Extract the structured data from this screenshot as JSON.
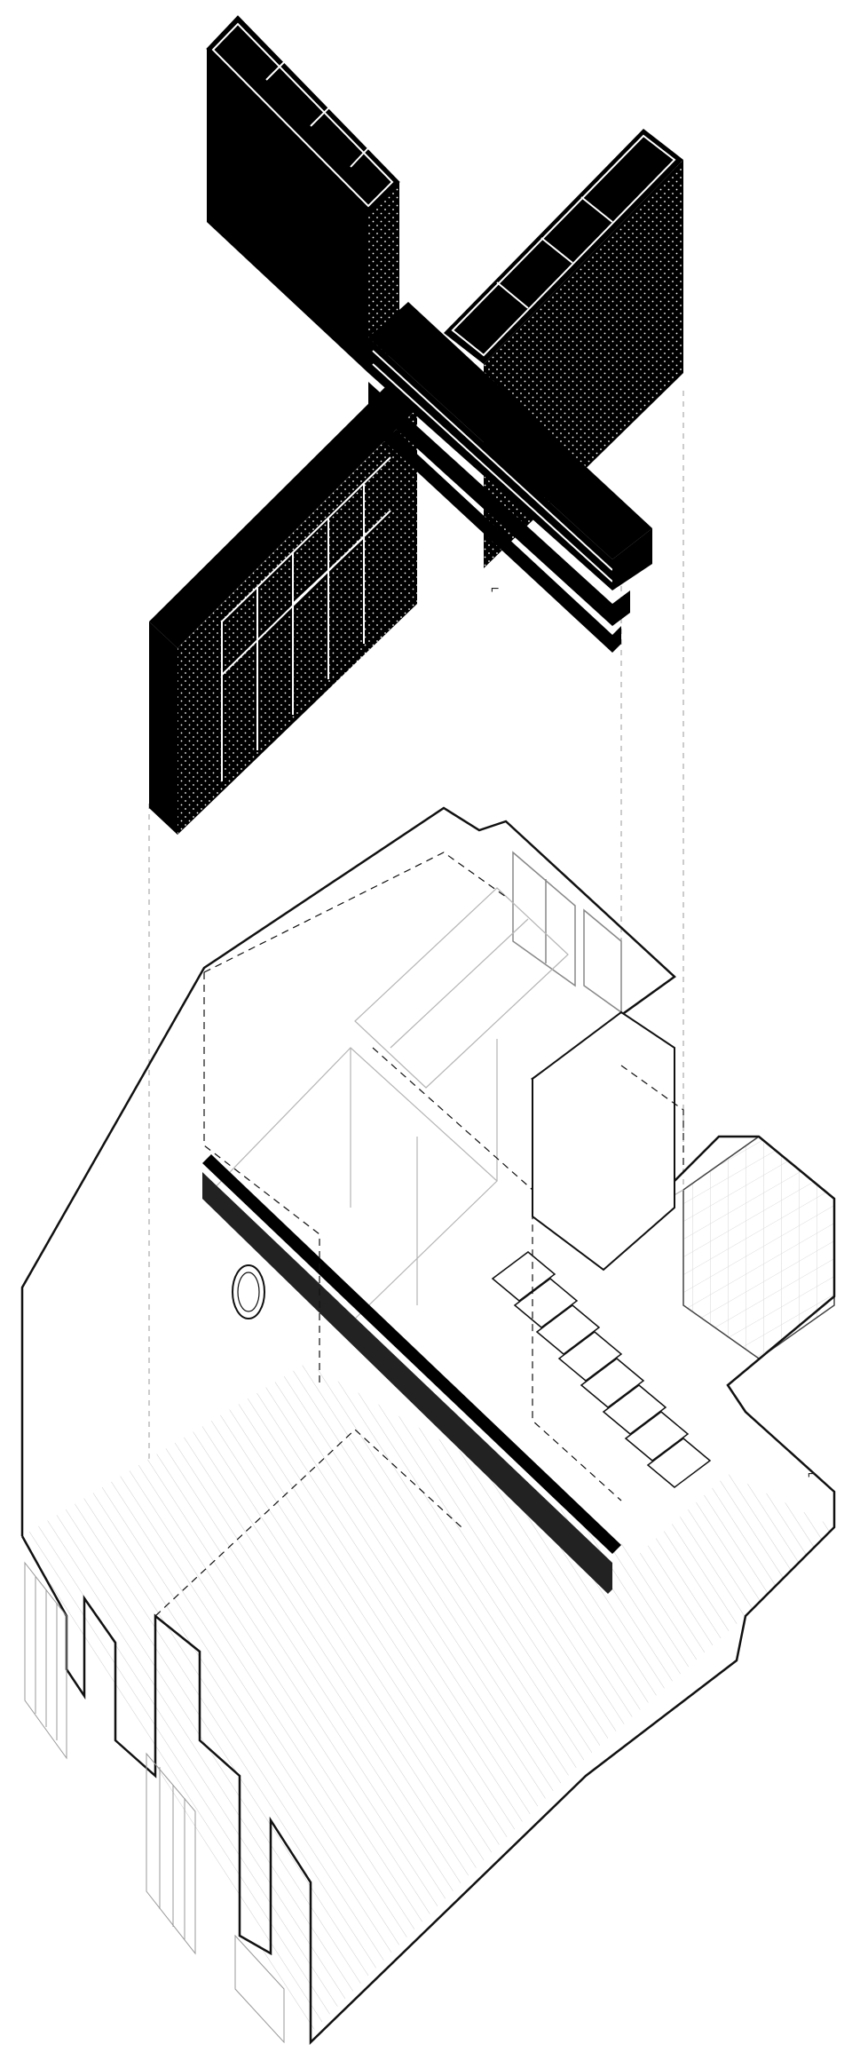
{
  "diagram": {
    "kind": "exploded-axonometric",
    "colors": {
      "background": "#ffffff",
      "solid": "#000000",
      "line": "#111111",
      "light_line": "#bdbdbd",
      "hatch": "#c8c8c8",
      "stipple": "#ffffff"
    },
    "upper_component": {
      "name": "black-cross-furniture",
      "parts": [
        "left-wing",
        "right-wing",
        "beam",
        "shelving-block"
      ]
    },
    "lower_component": {
      "name": "apartment-shell",
      "parts": [
        "perimeter-walls",
        "floor-boards",
        "stair",
        "bathroom",
        "window",
        "balconies",
        "porthole-window"
      ]
    },
    "section_marks": [
      "⌐",
      "⌐"
    ]
  }
}
